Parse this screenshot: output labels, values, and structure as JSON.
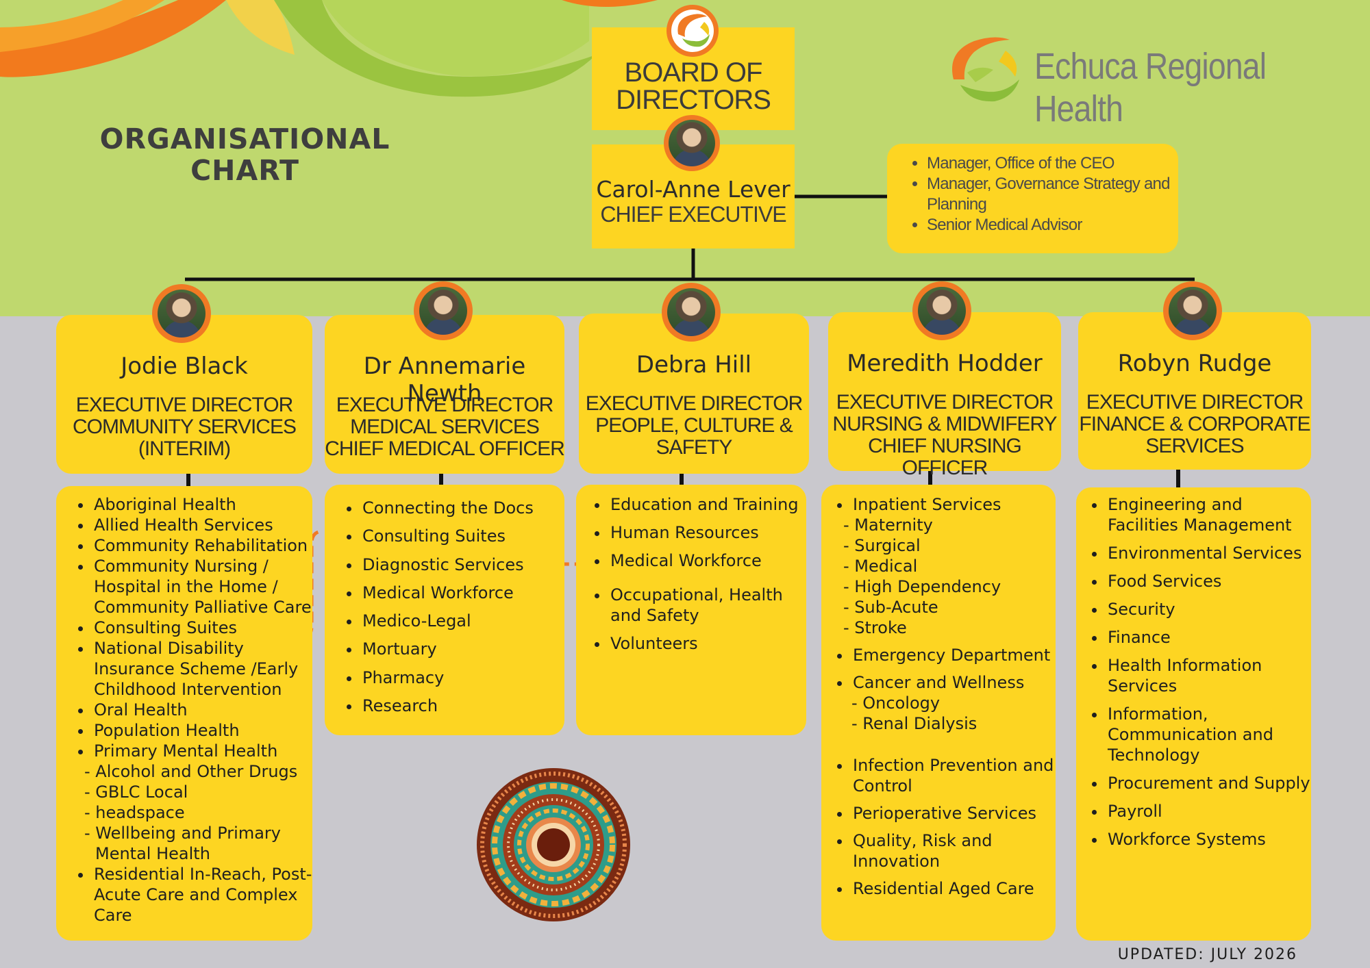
{
  "logo_text": "Echuca Regional Health",
  "chart_title_line1": "ORGANISATIONAL",
  "chart_title_line2": "CHART",
  "board": {
    "line1": "BOARD OF",
    "line2": "DIRECTORS"
  },
  "ceo": {
    "name": "Carol-Anne Lever",
    "role": "CHIEF EXECUTIVE"
  },
  "advisors": [
    "Manager, Office of the CEO",
    "Manager, Governance Strategy and Planning",
    "Senior Medical Advisor"
  ],
  "executives": [
    {
      "name": "Jodie Black",
      "role": [
        "EXECUTIVE DIRECTOR",
        "COMMUNITY SERVICES",
        "(INTERIM)"
      ],
      "services": [
        "Aboriginal Health",
        "Allied Health Services",
        "Community Rehabilitation",
        "Community Nursing / Hospital in the Home / Community Palliative Care",
        "Consulting Suites",
        "National Disability Insurance Scheme /Early Childhood Intervention",
        "Oral Health",
        "Population Health",
        "Primary Mental Health",
        "Residential In-Reach, Post-Acute Care and Complex Care"
      ],
      "mental_health_sub": [
        "- Alcohol and Other Drugs",
        "- GBLC Local",
        "- headspace",
        "- Wellbeing and Primary",
        "Mental Health"
      ]
    },
    {
      "name": "Dr Annemarie Newth",
      "role": [
        "EXECUTIVE DIRECTOR",
        "MEDICAL SERVICES",
        "CHIEF MEDICAL OFFICER"
      ],
      "services": [
        "Connecting the Docs",
        "Consulting Suites",
        "Diagnostic Services",
        "Medical Workforce",
        "Medico-Legal",
        "Mortuary",
        "Pharmacy",
        "Research"
      ]
    },
    {
      "name": "Debra Hill",
      "role": [
        "EXECUTIVE DIRECTOR",
        "PEOPLE, CULTURE &",
        "SAFETY"
      ],
      "services": [
        "Education and Training",
        "Human Resources",
        "Medical Workforce",
        "Occupational, Health and Safety",
        "Volunteers"
      ]
    },
    {
      "name": "Meredith Hodder",
      "role": [
        "EXECUTIVE DIRECTOR",
        "NURSING & MIDWIFERY",
        "CHIEF NURSING OFFICER"
      ],
      "services": [
        "Inpatient Services",
        "Emergency Department",
        "Cancer and Wellness",
        "Infection Prevention and Control",
        "Perioperative Services",
        "Quality, Risk and Innovation",
        "Residential Aged Care"
      ],
      "inpatient_sub": [
        "- Maternity",
        "- Surgical",
        "- Medical",
        "- High Dependency",
        "- Sub-Acute",
        "- Stroke"
      ],
      "cancer_sub": [
        "- Oncology",
        "- Renal Dialysis"
      ]
    },
    {
      "name": "Robyn Rudge",
      "role": [
        "EXECUTIVE DIRECTOR",
        "FINANCE & CORPORATE",
        "SERVICES"
      ],
      "services": [
        "Engineering and Facilities Management",
        "Environmental Services",
        "Food Services",
        "Security",
        "Finance",
        "Health Information Services",
        "Information, Communication and Technology",
        "Procurement and Supply",
        "Payroll",
        "Workforce Systems"
      ]
    }
  ],
  "footer": "UPDATED: JULY 2026",
  "colors": {
    "yellow": "#fdd522",
    "green": "#bfd86e",
    "grey": "#c9c8cd",
    "orange": "#f07a24"
  }
}
